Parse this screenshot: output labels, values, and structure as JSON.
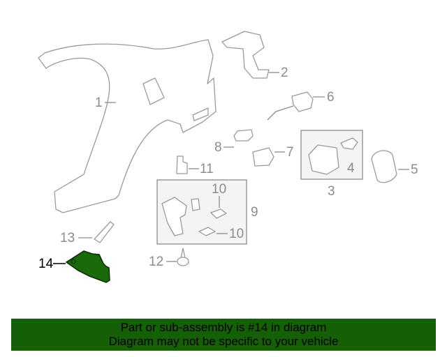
{
  "diagram": {
    "callouts": [
      {
        "id": "1",
        "label": "1"
      },
      {
        "id": "2",
        "label": "2"
      },
      {
        "id": "3",
        "label": "3"
      },
      {
        "id": "4",
        "label": "4"
      },
      {
        "id": "5",
        "label": "5"
      },
      {
        "id": "6",
        "label": "6"
      },
      {
        "id": "7",
        "label": "7"
      },
      {
        "id": "8",
        "label": "8"
      },
      {
        "id": "9",
        "label": "9"
      },
      {
        "id": "10a",
        "label": "10"
      },
      {
        "id": "10b",
        "label": "10"
      },
      {
        "id": "11",
        "label": "11"
      },
      {
        "id": "12",
        "label": "12"
      },
      {
        "id": "13",
        "label": "13"
      },
      {
        "id": "14",
        "label": "14"
      }
    ],
    "highlight_color": "#1a6a0a"
  },
  "banner": {
    "line1": "Part or sub-assembly is #14 in diagram",
    "line2": "Diagram may not be specific to your vehicle",
    "color": "#155f06"
  }
}
